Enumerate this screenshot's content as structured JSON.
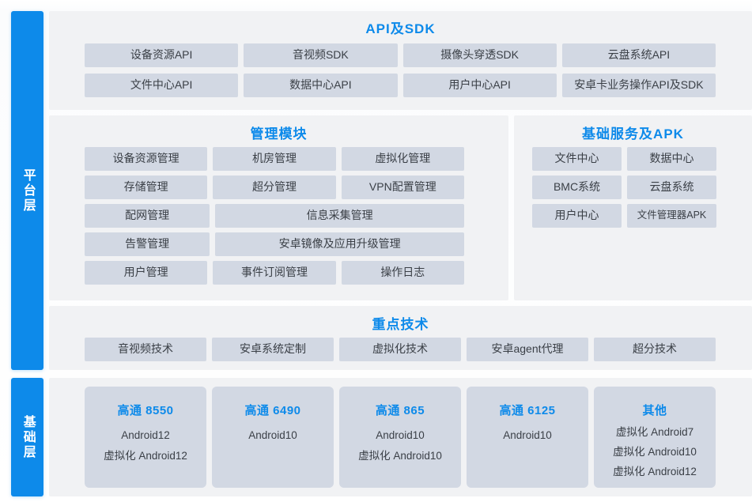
{
  "layers": [
    {
      "name": "platform-layer",
      "label": "平台层"
    },
    {
      "name": "base-layer",
      "label": "基础层"
    }
  ],
  "colors": {
    "accent": "#0d8aea",
    "chip": "#d2d8e3",
    "panel": "#f1f2f4"
  },
  "api_panel": {
    "title": "API及SDK",
    "rows": [
      [
        "设备资源API",
        "音视频SDK",
        "摄像头穿透SDK",
        "云盘系统API"
      ],
      [
        "文件中心API",
        "数据中心API",
        "用户中心API",
        "安卓卡业务操作API及SDK"
      ]
    ]
  },
  "manage_panel": {
    "title": "管理模块",
    "rows": [
      [
        {
          "label": "设备资源管理",
          "span": 1
        },
        {
          "label": "机房管理",
          "span": 1
        },
        {
          "label": "虚拟化管理",
          "span": 1
        }
      ],
      [
        {
          "label": "存储管理",
          "span": 1
        },
        {
          "label": "超分管理",
          "span": 1
        },
        {
          "label": "VPN配置管理",
          "span": 1
        }
      ],
      [
        {
          "label": "配网管理",
          "span": 1
        },
        {
          "label": "信息采集管理",
          "span": 2
        }
      ],
      [
        {
          "label": "告警管理",
          "span": 1
        },
        {
          "label": "安卓镜像及应用升级管理",
          "span": 2
        }
      ],
      [
        {
          "label": "用户管理",
          "span": 1
        },
        {
          "label": "事件订阅管理",
          "span": 1
        },
        {
          "label": "操作日志",
          "span": 1
        }
      ]
    ]
  },
  "base_panel": {
    "title": "基础服务及APK",
    "rows": [
      [
        {
          "label": "文件中心",
          "small": false
        },
        {
          "label": "数据中心",
          "small": false
        }
      ],
      [
        {
          "label": "BMC系统",
          "small": false
        },
        {
          "label": "云盘系统",
          "small": false
        }
      ],
      [
        {
          "label": "用户中心",
          "small": false
        },
        {
          "label": "文件管理器APK",
          "small": true
        }
      ]
    ]
  },
  "tech_panel": {
    "title": "重点技术",
    "items": [
      "音视频技术",
      "安卓系统定制",
      "虚拟化技术",
      "安卓agent代理",
      "超分技术"
    ]
  },
  "hardware_panel": {
    "cards": [
      {
        "title": "高通 8550",
        "lines": [
          "Android12",
          "虚拟化 Android12"
        ],
        "dense": false
      },
      {
        "title": "高通 6490",
        "lines": [
          "Android10"
        ],
        "dense": false
      },
      {
        "title": "高通 865",
        "lines": [
          "Android10",
          "虚拟化 Android10"
        ],
        "dense": false
      },
      {
        "title": "高通 6125",
        "lines": [
          "Android10"
        ],
        "dense": false
      },
      {
        "title": "其他",
        "lines": [
          "虚拟化 Android7",
          "虚拟化 Android10",
          "虚拟化 Android12"
        ],
        "dense": true
      }
    ]
  }
}
